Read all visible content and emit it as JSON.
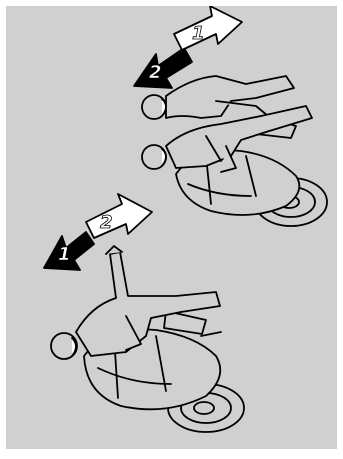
{
  "figure": {
    "background_color": "#d0d0d0",
    "arrow_fill_color": "#ffffff",
    "arrow_dark_color": "#000000",
    "top_panel": {
      "back_arrow_label": "2",
      "forward_arrow_label": "1"
    },
    "bottom_panel": {
      "back_arrow_label": "1",
      "forward_arrow_label": "2"
    }
  }
}
